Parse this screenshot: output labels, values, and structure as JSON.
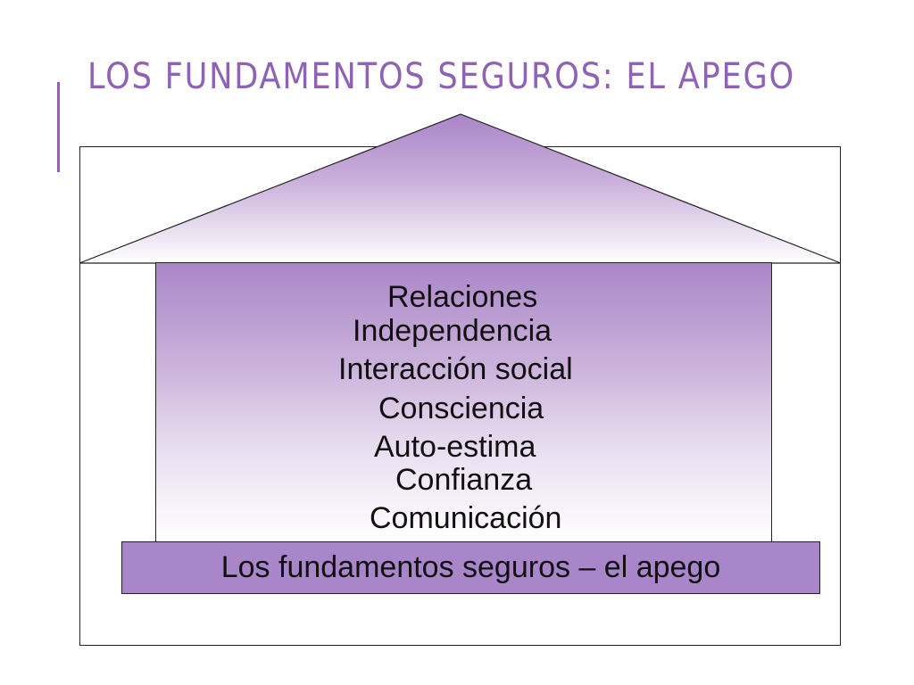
{
  "slide": {
    "title": "LOS FUNDAMENTOS SEGUROS: EL APEGO"
  },
  "house": {
    "wall_items": [
      "Relaciones",
      "Independencia",
      "Interacción social",
      "Consciencia",
      "Auto-estima",
      "Confianza",
      "Comunicación"
    ],
    "foundation_label": "Los fundamentos seguros – el apego"
  },
  "colors": {
    "accent": "#8e62b4",
    "roof_top": "#a985c9",
    "foundation_fill": "#a985c9"
  }
}
